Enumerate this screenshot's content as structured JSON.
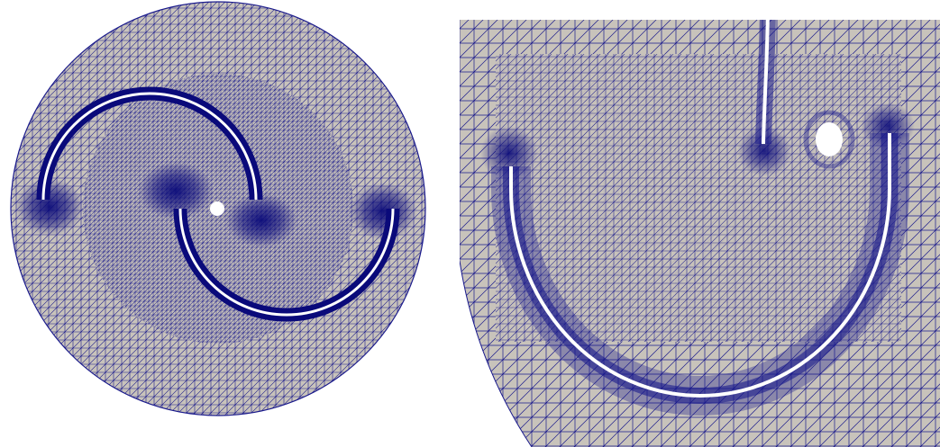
{
  "colors": {
    "background": "#ffffff",
    "mesh_fill": "#c8c3bb",
    "mesh_edge": "#1a1a8c",
    "dense_edge": "#0a0a7a",
    "slit": "#ffffff"
  },
  "figure": {
    "panels": [
      {
        "id": "full-domain",
        "shape": "circle",
        "features": [
          "double-crescent-slits",
          "central-hole",
          "refinement-clusters"
        ]
      },
      {
        "id": "zoomed-detail",
        "shape": "partial-circle",
        "features": [
          "crescent-slit",
          "elliptical-hole",
          "boundary-layer-refinement"
        ]
      }
    ]
  }
}
